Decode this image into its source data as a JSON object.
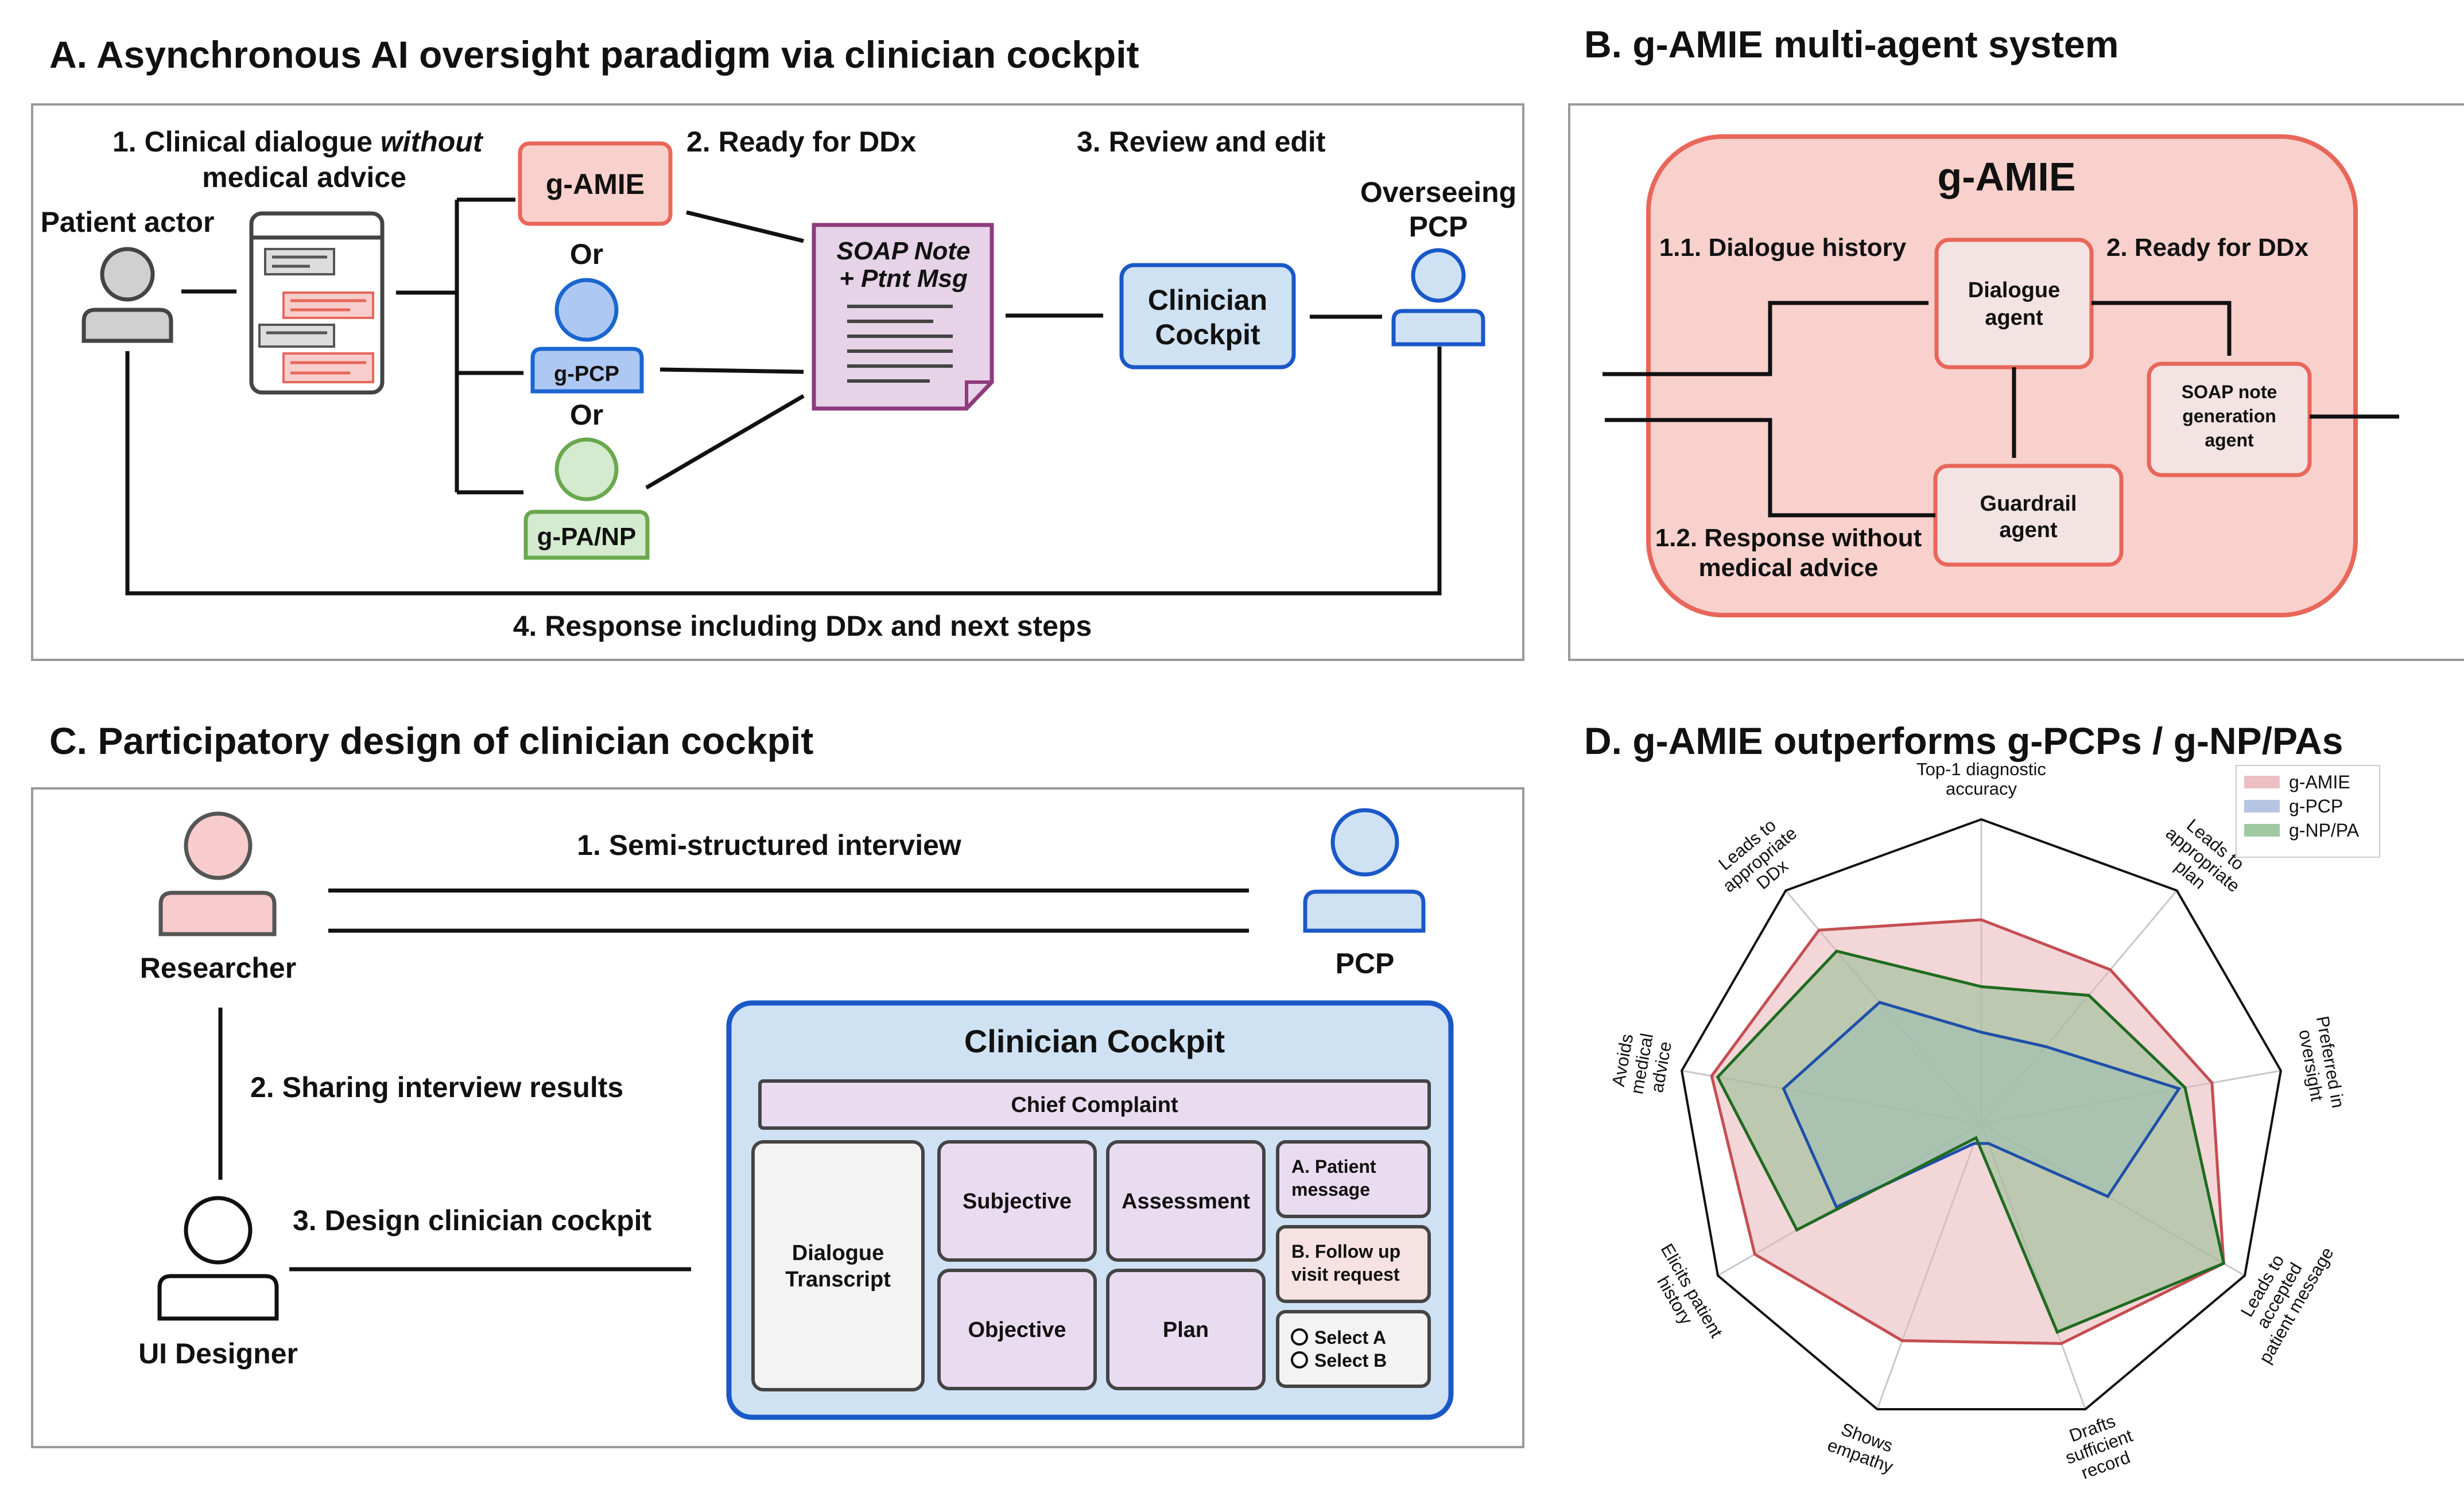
{
  "panel_a": {
    "title": "A. Asynchronous AI oversight paradigm via clinician cockpit",
    "step1_line1_pre": "1. Clinical dialogue ",
    "step1_line1_em": "without",
    "step1_line2": "medical advice",
    "step2": "2. Ready for DDx",
    "step3": "3. Review and edit",
    "step4": "4. Response including DDx and next steps",
    "patient_actor": "Patient actor",
    "gamie": "g-AMIE",
    "or1": "Or",
    "gpcp": "g-PCP",
    "or2": "Or",
    "gpanp": "g-PA/NP",
    "soap_line1": "SOAP Note",
    "soap_line2": "+ Ptnt Msg",
    "cockpit_line1": "Clinician",
    "cockpit_line2": "Cockpit",
    "overseeing_line1": "Overseeing",
    "overseeing_line2": "PCP"
  },
  "panel_b": {
    "title": "B. g-AMIE multi-agent system",
    "system_name": "g-AMIE",
    "dialogue_history": "1.1. Dialogue history",
    "ready_for_ddx": "2. Ready for DDx",
    "response_line1": "1.2. Response without",
    "response_line2": "medical advice",
    "dialogue_agent_line1": "Dialogue",
    "dialogue_agent_line2": "agent",
    "guardrail_agent_line1": "Guardrail",
    "guardrail_agent_line2": "agent",
    "soap_agent_line1": "SOAP note",
    "soap_agent_line2": "generation",
    "soap_agent_line3": "agent"
  },
  "panel_c": {
    "title": "C. Participatory design of clinician cockpit",
    "researcher": "Researcher",
    "pcp": "PCP",
    "ui_designer": "UI Designer",
    "step1": "1. Semi-structured interview",
    "step2": "2. Sharing interview results",
    "step3": "3. Design clinician cockpit",
    "cockpit_title": "Clinician Cockpit",
    "chief_complaint": "Chief Complaint",
    "transcript_line1": "Dialogue",
    "transcript_line2": "Transcript",
    "subjective": "Subjective",
    "assessment": "Assessment",
    "objective": "Objective",
    "plan": "Plan",
    "patient_msg_line1": "A. Patient",
    "patient_msg_line2": "message",
    "followup_line1": "B. Follow up",
    "followup_line2": "visit request",
    "select_a": "Select A",
    "select_b": "Select B"
  },
  "panel_d": {
    "title": "D. g-AMIE outperforms g-PCPs / g-NP/PAs"
  },
  "colors": {
    "gamie_fill": "#f8d0cc",
    "gamie_stroke": "#e8675a",
    "gpcp_fill": "#aec8f4",
    "gpcp_stroke": "#1a66d0",
    "gpanp_fill": "#d4ebcf",
    "gpanp_stroke": "#6aa84f",
    "soap_fill": "#e6d3e7",
    "soap_stroke": "#8e3b7d",
    "cockpit_fill": "#cfe2f3",
    "cockpit_stroke": "#1a58c8"
  },
  "chart_data": {
    "type": "radar",
    "axes": [
      "Top-1 diagnostic accuracy",
      "Leads to appropriate plan",
      "Preferred in oversight",
      "Leads to accepted patient message",
      "Drafts sufficient record",
      "Shows empathy",
      "Elicits patient history",
      "Avoids medical advice",
      "Leads to appropriate DDx"
    ],
    "axis_labels": [
      [
        "Top-1 diagnostic",
        "accuracy"
      ],
      [
        "Leads to",
        "appropriate",
        "plan"
      ],
      [
        "Preferred in",
        "oversight"
      ],
      [
        "Leads to",
        "accepted",
        "patient message"
      ],
      [
        "Drafts",
        "sufficient",
        "record"
      ],
      [
        "Shows",
        "empathy"
      ],
      [
        "Elicits patient",
        "history"
      ],
      [
        "Avoids",
        "medical",
        "advice"
      ],
      [
        "Leads to",
        "appropriate",
        "DDx"
      ]
    ],
    "series": [
      {
        "name": "g-AMIE",
        "color": "#c44e52",
        "fill": "#e8b4b8",
        "values": [
          0.67,
          0.66,
          0.77,
          0.92,
          0.77,
          0.76,
          0.86,
          0.9,
          0.83
        ]
      },
      {
        "name": "g-PCP",
        "color": "#1f4fa8",
        "fill": "#a9bbdd",
        "values": [
          0.3,
          0.33,
          0.66,
          0.48,
          0.07,
          0.07,
          0.55,
          0.66,
          0.52
        ]
      },
      {
        "name": "g-NP/PA",
        "color": "#1f6b20",
        "fill": "#8fbf90",
        "values": [
          0.45,
          0.55,
          0.68,
          0.92,
          0.73,
          0.05,
          0.7,
          0.88,
          0.74
        ]
      }
    ],
    "range": [
      0,
      1
    ],
    "legend_position": "top-right",
    "grid": true
  }
}
